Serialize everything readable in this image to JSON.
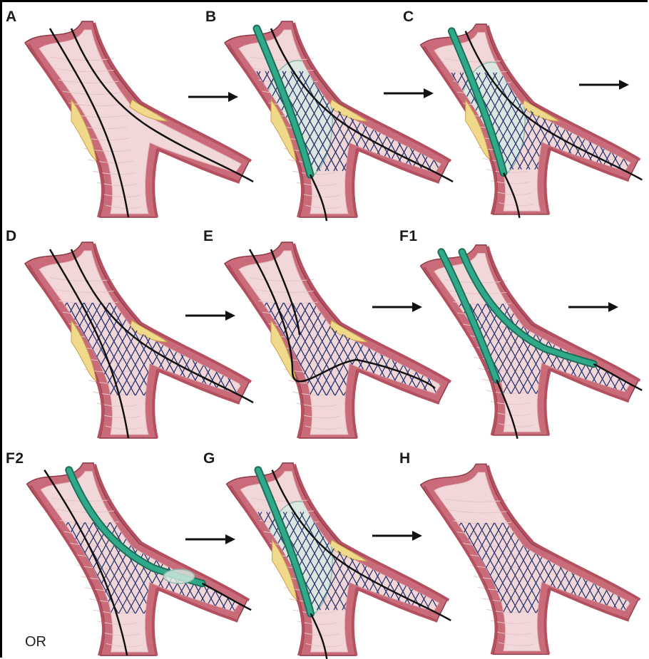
{
  "panels": [
    {
      "label": "A",
      "stage": "wire-both"
    },
    {
      "label": "B",
      "stage": "balloon-main"
    },
    {
      "label": "C",
      "stage": "balloon-main"
    },
    {
      "label": "D",
      "stage": "stent-wire"
    },
    {
      "label": "E",
      "stage": "stent-rewire"
    },
    {
      "label": "F1",
      "stage": "kissing"
    },
    {
      "label": "F2",
      "stage": "side-balloon"
    },
    {
      "label": "G",
      "stage": "balloon-main"
    },
    {
      "label": "H",
      "stage": "final"
    }
  ],
  "or_text": "OR",
  "colors": {
    "vessel_wall": "#c96b78",
    "vessel_inner": "#f2d7d8",
    "plaque": "#f0d98a",
    "stent": "#2a3570",
    "catheter": "#2fa98a",
    "balloon": "#d6ebe4",
    "wire": "#111111",
    "arrow": "#111111"
  }
}
